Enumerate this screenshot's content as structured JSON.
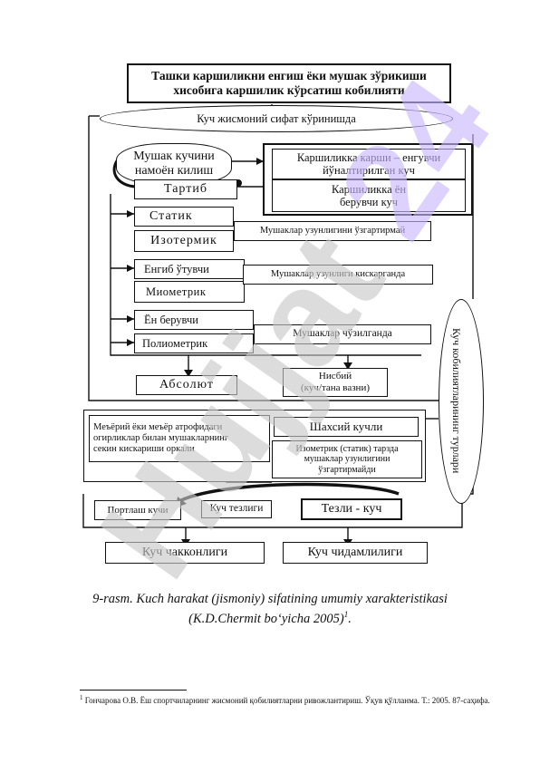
{
  "diagram": {
    "title_line1": "Ташки каршиликни енгиш ёки мушак зўрикиши",
    "title_line2": "хисобига каршилик кўрсатиш кобилияти",
    "ellipse_top": "Куч жисмоний сифат кўринишда",
    "muscle_force_line1": "Мушак кучини",
    "muscle_force_line2": "намоён килиш",
    "regime": "Тартиб",
    "overcome_line1": "Каршиликка карши – енгувчи",
    "overcome_line2": "йўналтирилган куч",
    "yield_line1": "Каршиликка ён",
    "yield_line2": "берувчи куч",
    "static": "Статик",
    "isometric": "Изотермик",
    "length_unchanged": "Мушаклар узунлигини ўзгартирмай",
    "overcoming": "Енгиб ўтувчи",
    "miometric": "Миометрик",
    "length_shortened": "Мушаклар узунлиги кискарганда",
    "yielding": "Ён берувчи",
    "pliometric": "Полиометрик",
    "length_stretched": "Мушаклар чўзилганда",
    "absolute": "Абсолют",
    "relative_line1": "Нисбий",
    "relative_line2": "(куч/тана вазни)",
    "right_vertical": "Куч кобилиятларининг турлари",
    "near_limit_line1": "Меъёрий ёки меъёр атрофидаги",
    "near_limit_line2": "огирликлар билан мушакларнинг",
    "near_limit_line3": "секин кискариши оркали",
    "personal_strength": "Шахсий кучли",
    "isometric_static_line1": "Изометрик (статик) тарзда",
    "isometric_static_line2": "мушаклар узунлигини",
    "isometric_static_line3": "ўзгартирмайди",
    "explosive": "Портлаш кучи",
    "speed_strength_small": "Куч тезлиги",
    "speed_strength": "Тезли - куч",
    "strength_agility": "Куч чакконлиги",
    "strength_endurance": "Куч чидамлилиги"
  },
  "caption": {
    "line1": "9-rasm. Kuch harakat (jismoniy) sifatining umumiy xarakteristikasi",
    "line2": "(K.D.Chermit bo‘yicha 2005)",
    "footnote_ref": "1"
  },
  "footnote": {
    "mark": "1",
    "text": "Гончарова О.В. Ёш спортчиларнинг жисмоний қобилиятларни ривожлантириш. Ўқув қўлланма. Т.: 2005. 87-саҳифа."
  },
  "watermark": {
    "text": "Hujjat 24",
    "colors": {
      "gray": "#c8c8c8",
      "violet": "#c9b8ff"
    }
  }
}
